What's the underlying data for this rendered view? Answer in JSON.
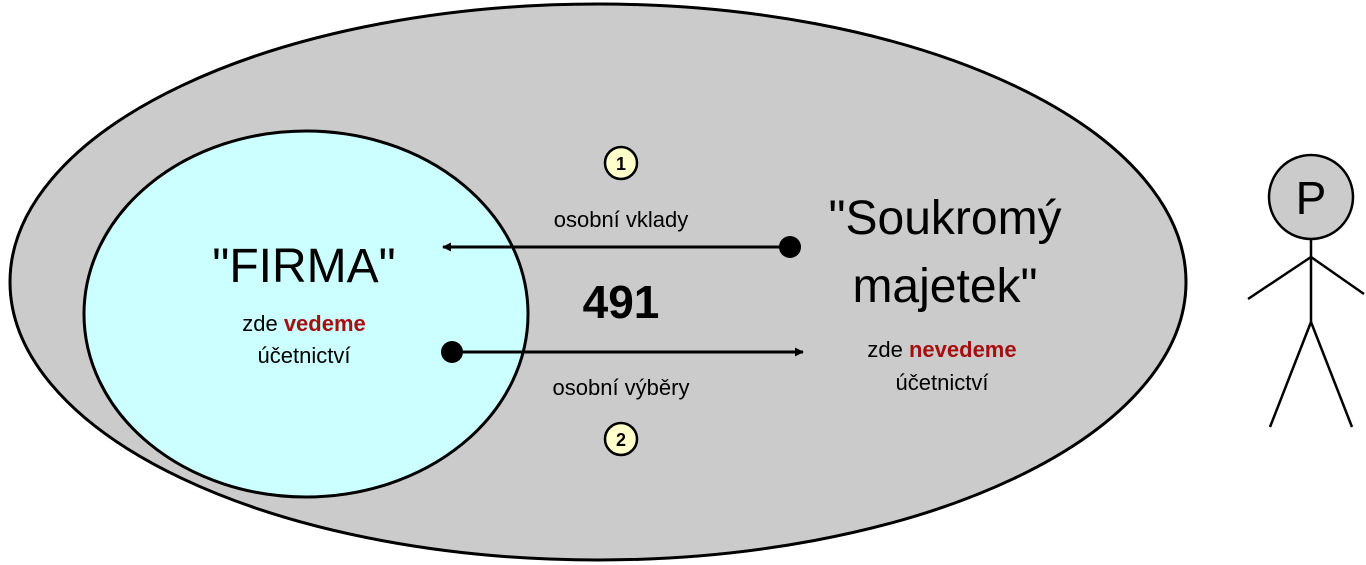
{
  "colors": {
    "outer_fill": "#cbcbcb",
    "inner_fill": "#ccffff",
    "badge_fill": "#ffffcc",
    "accent_red": "#a50f0f",
    "stroke": "#000000"
  },
  "firma": {
    "title": "\"FIRMA\"",
    "line1_prefix": "zde ",
    "line1_emph": "vedeme",
    "line2": "účetnictví"
  },
  "soukromy": {
    "title_line1": "\"Soukromý",
    "title_line2": "majetek\"",
    "line1_prefix": "zde ",
    "line1_emph": "nevedeme",
    "line2": "účetnictví"
  },
  "account_number": "491",
  "flows": [
    {
      "badge": "1",
      "label": "osobní vklady",
      "direction": "to-firma"
    },
    {
      "badge": "2",
      "label": "osobní výběry",
      "direction": "to-soukromy"
    }
  ],
  "person": {
    "initial": "P",
    "icon": "stick-figure-icon"
  }
}
